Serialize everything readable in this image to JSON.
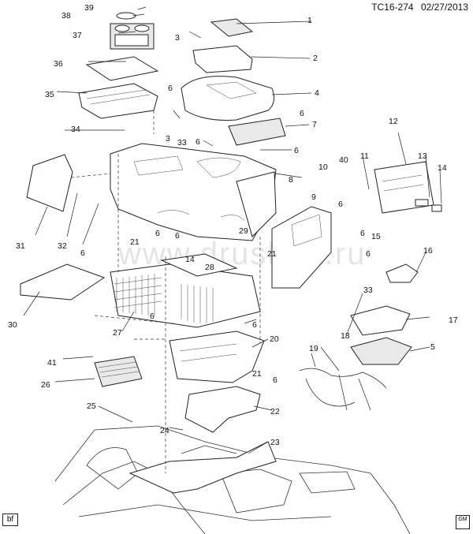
{
  "header": {
    "code": "TC16-274",
    "date": "02/27/2013"
  },
  "footer": {
    "artist_tag": "bf",
    "logo_text": "GM"
  },
  "watermark": "www.drushlar.ru",
  "callouts": [
    {
      "id": "c1",
      "label": "1"
    },
    {
      "id": "c2",
      "label": "2"
    },
    {
      "id": "c3",
      "label": "3"
    },
    {
      "id": "c3b",
      "label": "3"
    },
    {
      "id": "c4",
      "label": "4"
    },
    {
      "id": "c5",
      "label": "5"
    },
    {
      "id": "c6a",
      "label": "6"
    },
    {
      "id": "c6b",
      "label": "6"
    },
    {
      "id": "c6c",
      "label": "6"
    },
    {
      "id": "c6d",
      "label": "6"
    },
    {
      "id": "c6e",
      "label": "6"
    },
    {
      "id": "c6f",
      "label": "6"
    },
    {
      "id": "c6g",
      "label": "6"
    },
    {
      "id": "c6h",
      "label": "6"
    },
    {
      "id": "c6i",
      "label": "6"
    },
    {
      "id": "c6j",
      "label": "6"
    },
    {
      "id": "c6k",
      "label": "6"
    },
    {
      "id": "c6l",
      "label": "6"
    },
    {
      "id": "c6m",
      "label": "6"
    },
    {
      "id": "c7",
      "label": "7"
    },
    {
      "id": "c8",
      "label": "8"
    },
    {
      "id": "c9",
      "label": "9"
    },
    {
      "id": "c10",
      "label": "10"
    },
    {
      "id": "c11",
      "label": "11"
    },
    {
      "id": "c12",
      "label": "12"
    },
    {
      "id": "c13",
      "label": "13"
    },
    {
      "id": "c14a",
      "label": "14"
    },
    {
      "id": "c14b",
      "label": "14"
    },
    {
      "id": "c15",
      "label": "15"
    },
    {
      "id": "c16",
      "label": "16"
    },
    {
      "id": "c17",
      "label": "17"
    },
    {
      "id": "c18",
      "label": "18"
    },
    {
      "id": "c19",
      "label": "19"
    },
    {
      "id": "c20",
      "label": "20"
    },
    {
      "id": "c21a",
      "label": "21"
    },
    {
      "id": "c21b",
      "label": "21"
    },
    {
      "id": "c21c",
      "label": "21"
    },
    {
      "id": "c22",
      "label": "22"
    },
    {
      "id": "c23",
      "label": "23"
    },
    {
      "id": "c24",
      "label": "24"
    },
    {
      "id": "c25",
      "label": "25"
    },
    {
      "id": "c26",
      "label": "26"
    },
    {
      "id": "c27",
      "label": "27"
    },
    {
      "id": "c28",
      "label": "28"
    },
    {
      "id": "c29",
      "label": "29"
    },
    {
      "id": "c30",
      "label": "30"
    },
    {
      "id": "c31",
      "label": "31"
    },
    {
      "id": "c32",
      "label": "32"
    },
    {
      "id": "c33a",
      "label": "33"
    },
    {
      "id": "c33b",
      "label": "33"
    },
    {
      "id": "c34",
      "label": "34"
    },
    {
      "id": "c35",
      "label": "35"
    },
    {
      "id": "c36",
      "label": "36"
    },
    {
      "id": "c37",
      "label": "37"
    },
    {
      "id": "c38",
      "label": "38"
    },
    {
      "id": "c39",
      "label": "39"
    },
    {
      "id": "c40",
      "label": "40"
    },
    {
      "id": "c41",
      "label": "41"
    }
  ]
}
